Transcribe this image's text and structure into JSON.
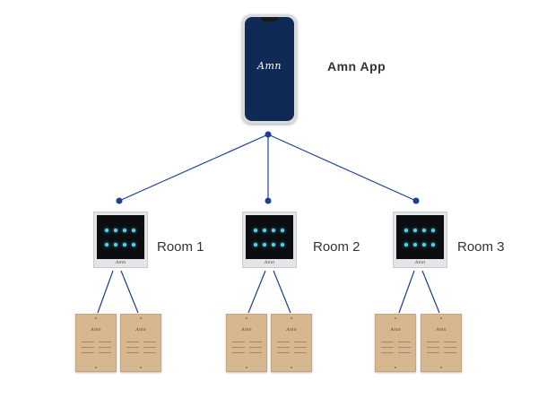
{
  "app": {
    "label": "Amn App",
    "logo_text": "Amn"
  },
  "rooms": [
    {
      "label": "Room 1",
      "panel_brand": "Amn"
    },
    {
      "label": "Room 2",
      "panel_brand": "Amn"
    },
    {
      "label": "Room 3",
      "panel_brand": "Amn"
    }
  ],
  "plates": {
    "logo_text": "Amn"
  },
  "colors": {
    "connector": "#1c3f94",
    "phone_screen": "#0f2a55",
    "panel_glow": "#4fd6f2",
    "plate": "#d6b78f"
  },
  "icons": {
    "phone": "smartphone-icon",
    "panel": "touch-panel-icon",
    "plate": "switch-plate-icon"
  }
}
